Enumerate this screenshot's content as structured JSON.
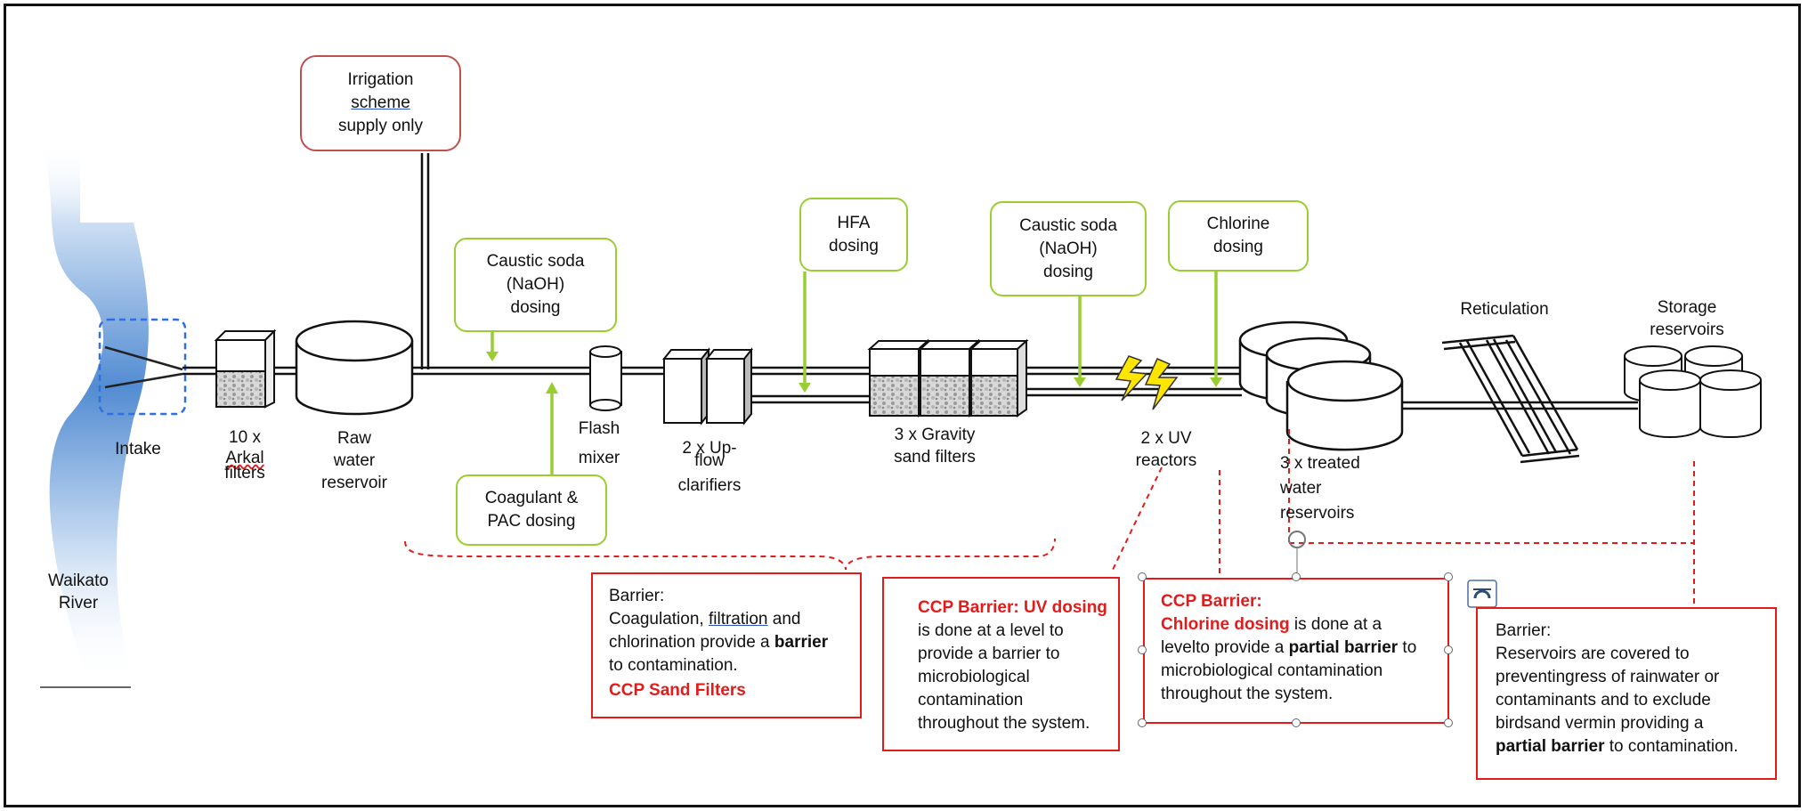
{
  "river": {
    "label_line1": "Waikato",
    "label_line2": "River"
  },
  "stages": {
    "intake": "Intake",
    "arkal_1": "10 x",
    "arkal_2": "Arkal",
    "arkal_3": "filters",
    "raw_1": "Raw",
    "raw_2": "water",
    "raw_3": "reservoir",
    "flash_1": "Flash",
    "flash_2": "mixer",
    "clar_1": "2 x Up-",
    "clar_2": "flow",
    "clar_3": "clarifiers",
    "sand_1": "3 x Gravity",
    "sand_2": "sand filters",
    "uv_1": "2 x UV",
    "uv_2": "reactors",
    "treated_1": "3 x treated",
    "treated_2": "water",
    "treated_3": "reservoirs",
    "reticulation": "Reticulation",
    "storage_1": "Storage",
    "storage_2": "reservoirs"
  },
  "irrigation": {
    "line1": "Irrigation",
    "line2": "scheme",
    "line3": "supply only"
  },
  "dosing": {
    "caustic1": {
      "line1": "Caustic soda",
      "line2": "(NaOH)",
      "line3": "dosing"
    },
    "coagulant": {
      "line1": "Coagulant &",
      "line2": "PAC dosing"
    },
    "hfa": {
      "line1": "HFA",
      "line2": "dosing"
    },
    "caustic2": {
      "line1": "Caustic soda",
      "line2": "(NaOH)",
      "line3": "dosing"
    },
    "chlorine": {
      "line1": "Chlorine",
      "line2": "dosing"
    }
  },
  "barriers": {
    "coag": {
      "heading": "Barrier:",
      "t1": "Coagulation, ",
      "t1u": "filtration",
      "t2": " and chlorination provide a ",
      "t2b": "barrier",
      "t3": " to contamination.",
      "ccp": "CCP Sand Filters"
    },
    "uv": {
      "ccp": "CCP Barrier: UV dosing",
      "t1": " is done at a level to provide a barrier to  microbiological contamination throughout the system."
    },
    "chlorine": {
      "ccp1": "CCP Barrier:",
      "ccp2": "Chlorine dosing",
      "t1": " is done at a levelto provide a ",
      "t1b": "partial barrier",
      "t2": " to microbiological contamination throughout the system."
    },
    "reservoir": {
      "heading": "Barrier:",
      "t1": "Reservoirs are covered to preventingress of rainwater or contaminants and to exclude birdsand vermin providing a ",
      "t1b": "partial barrier",
      "t2": " to contamination."
    }
  },
  "colors": {
    "green": "#9acd32",
    "red": "#e31b1b",
    "river_blue": "#4a86d0",
    "uv_yellow": "#ffe600"
  }
}
